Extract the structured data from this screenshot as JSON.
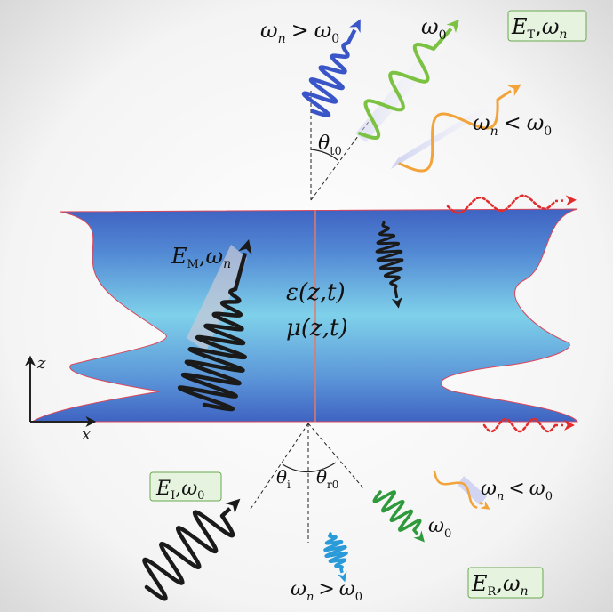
{
  "colors": {
    "slab_dark": "#3f63c2",
    "slab_light": "#7fd1ea",
    "wave_black": "#1a1a1a",
    "wave_blue": "#3a55c8",
    "wave_green": "#7cc242",
    "wave_orange": "#f2a33a",
    "wave_red": "#e32b2b",
    "wave_green_dark": "#2f9a3b",
    "wave_cyan": "#2a9ad8",
    "label_box_fill": "#e6f3df",
    "label_box_stroke": "#6aa84f"
  },
  "transmitted": {
    "box": {
      "E": "E",
      "sub": "T",
      "comma": ",",
      "omega": "ω",
      "omega_sub": "n"
    },
    "blue_label": {
      "left": "ω",
      "left_sub": "n",
      "rel": ">",
      "right": "ω",
      "right_sub": "0"
    },
    "green_label": {
      "omega": "ω",
      "sub": "0"
    },
    "orange_label": {
      "left": "ω",
      "left_sub": "n",
      "rel": "<",
      "right": "ω",
      "right_sub": "0"
    },
    "angle_label": {
      "theta": "θ",
      "sub": "t0"
    }
  },
  "medium": {
    "field_label": {
      "E": "E",
      "sub": "M",
      "comma": ",",
      "omega": "ω",
      "omega_sub": "n"
    },
    "epsilon": "ε(z,t)",
    "mu": "μ(z,t)"
  },
  "incident": {
    "box": {
      "E": "E",
      "sub": "I",
      "comma": ",",
      "omega": "ω",
      "omega_sub": "0"
    },
    "angle_label": {
      "theta": "θ",
      "sub": "i"
    }
  },
  "reflected": {
    "box": {
      "E": "E",
      "sub": "R",
      "comma": ",",
      "omega": "ω",
      "omega_sub": "n"
    },
    "angle_label": {
      "theta": "θ",
      "sub": "r0"
    },
    "green_label": {
      "omega": "ω",
      "sub": "0"
    },
    "orange_label": {
      "left": "ω",
      "left_sub": "n",
      "rel": "<",
      "right": "ω",
      "right_sub": "0"
    },
    "cyan_label": {
      "left": "ω",
      "left_sub": "n",
      "rel": ">",
      "right": "ω",
      "right_sub": "0"
    }
  },
  "axes": {
    "z": "z",
    "x": "x"
  }
}
